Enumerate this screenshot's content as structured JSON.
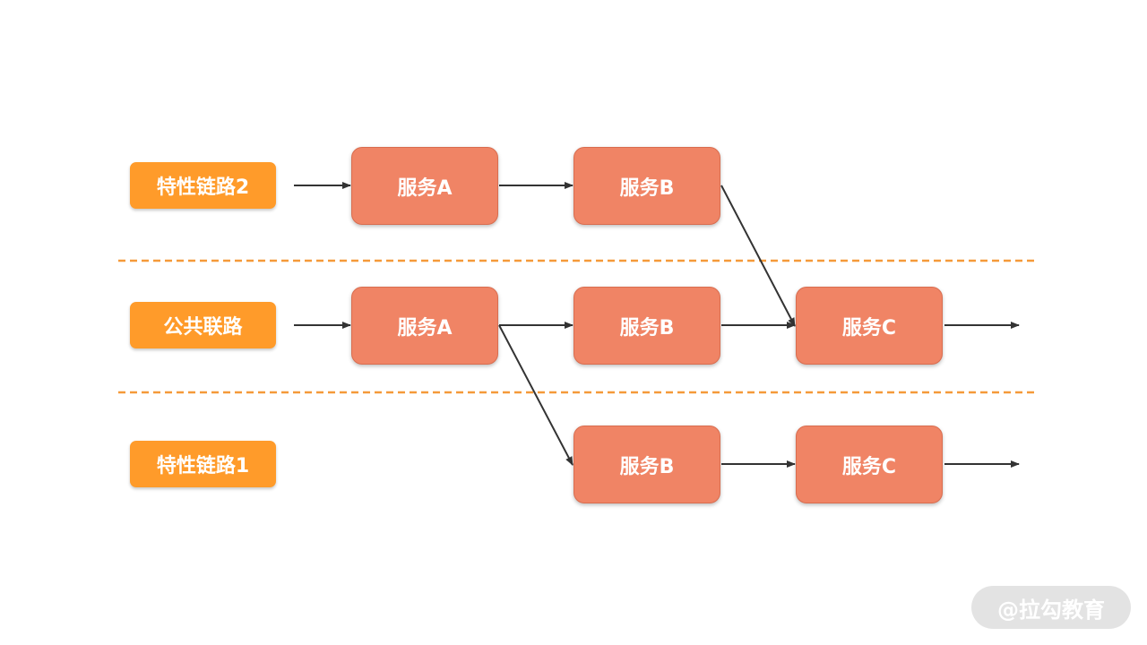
{
  "lanes": {
    "feature2": {
      "label": "特性链路2"
    },
    "common": {
      "label": "公共联路"
    },
    "feature1": {
      "label": "特性链路1"
    }
  },
  "services": {
    "feature2_a": "服务A",
    "feature2_b": "服务B",
    "common_a": "服务A",
    "common_b": "服务B",
    "common_c": "服务C",
    "feature1_b": "服务B",
    "feature1_c": "服务C"
  },
  "watermark": "@拉勾教育",
  "colors": {
    "lane_label": "#FF9B2A",
    "service_box": "#F08465",
    "divider": "#F59A3A",
    "arrow": "#333333"
  }
}
